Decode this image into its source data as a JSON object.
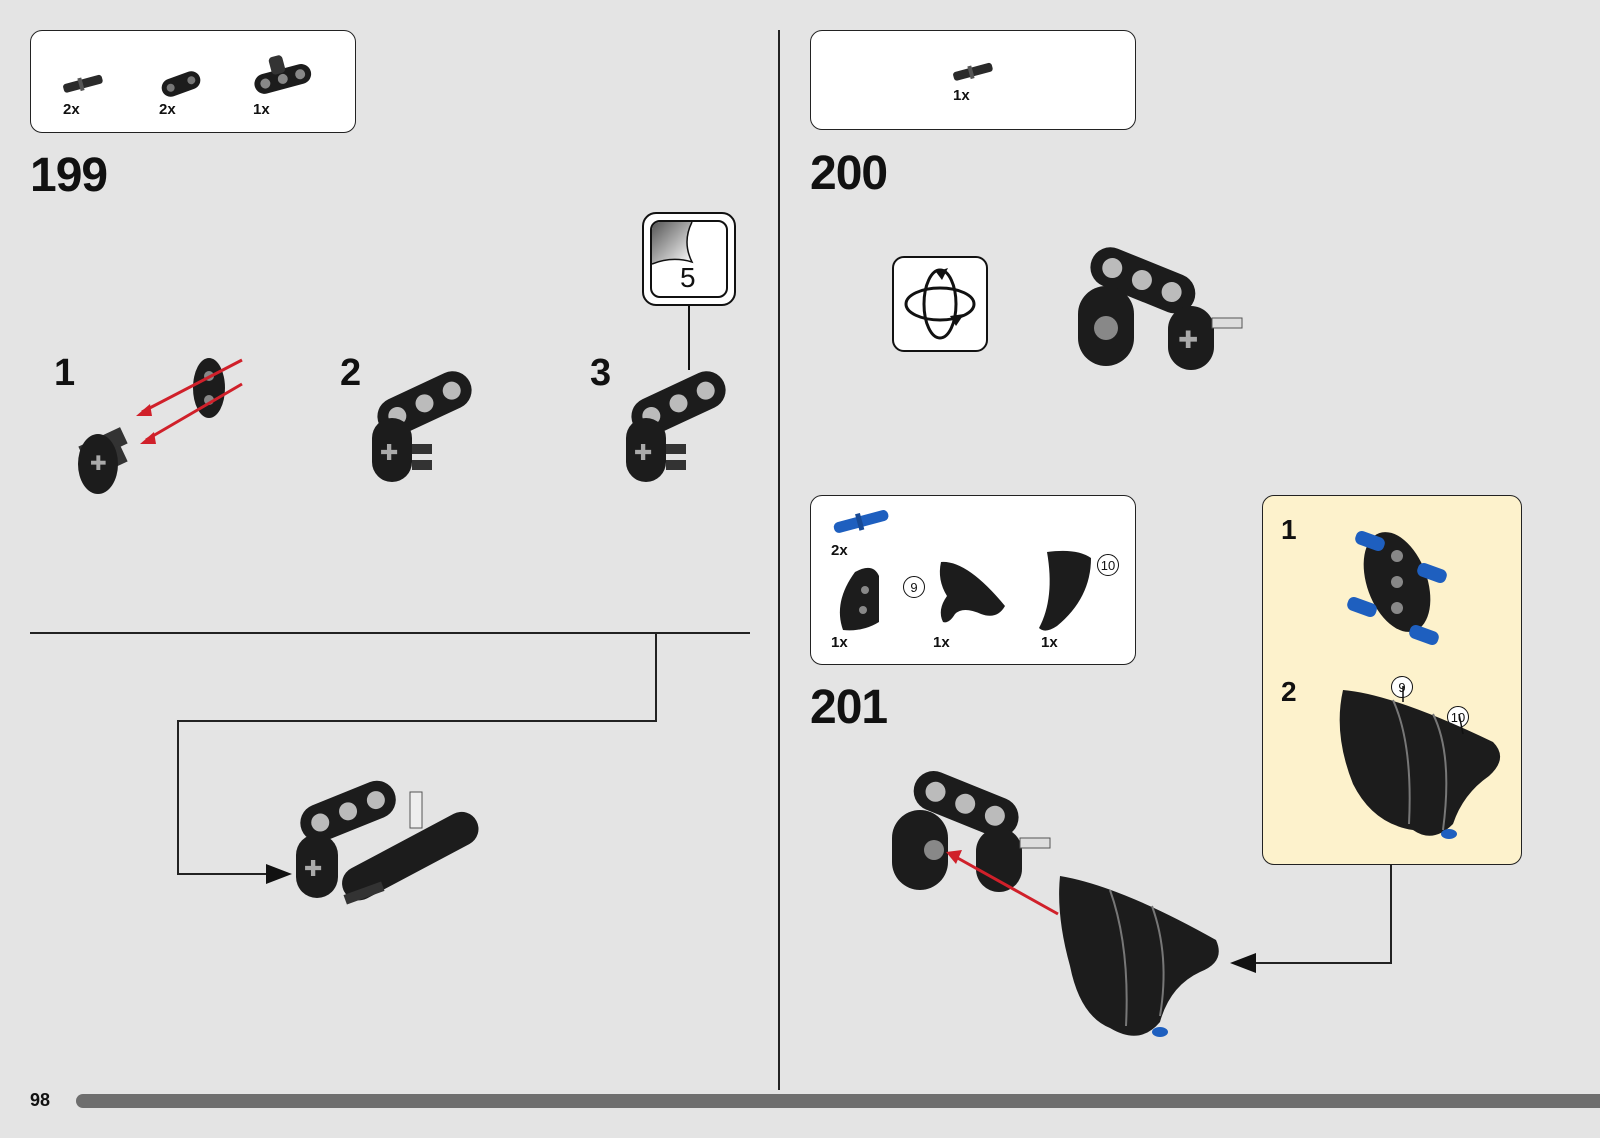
{
  "page_number": "98",
  "colors": {
    "background": "#e4e4e4",
    "callout_bg": "#fdf2cc",
    "arrow_red": "#d0202a",
    "part_blue": "#1e5fbf",
    "part_black": "#1c1c1c"
  },
  "step199": {
    "number": "199",
    "parts": [
      {
        "icon": "axle-pin-icon",
        "qty": "2x"
      },
      {
        "icon": "liftarm-2-icon",
        "qty": "2x"
      },
      {
        "icon": "liftarm-3-icon",
        "qty": "1x"
      }
    ],
    "substeps": [
      "1",
      "2",
      "3"
    ],
    "sticker_number": "5"
  },
  "step200": {
    "number": "200",
    "parts": [
      {
        "icon": "axle-pin-icon",
        "qty": "1x"
      }
    ],
    "rotate_icon": "rotate-model-icon"
  },
  "step201": {
    "number": "201",
    "parts": [
      {
        "icon": "blue-pin-icon",
        "qty": "2x"
      },
      {
        "icon": "triangle-panel-icon",
        "qty": "1x"
      },
      {
        "icon": "panel-9-icon",
        "qty": "1x",
        "label": "9"
      },
      {
        "icon": "panel-10-icon",
        "qty": "1x",
        "label": "10"
      }
    ],
    "callout_substeps": [
      "1",
      "2"
    ],
    "callout_labels": [
      "9",
      "10"
    ]
  }
}
